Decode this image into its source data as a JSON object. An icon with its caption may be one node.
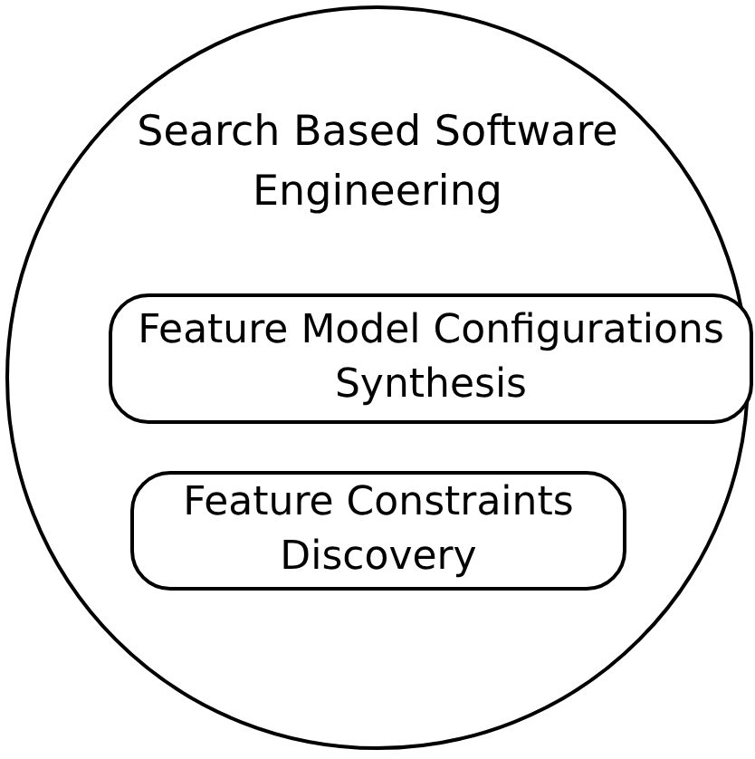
{
  "diagram": {
    "nodes": [
      {
        "text": [
          "Search Based Software Engineering"
        ]
      },
      {
        "text": [
          "Feature Model Configurations Synthesis"
        ],
        "in": 0
      },
      {
        "text": [
          "Feature Constraints Discovery"
        ],
        "in": 0
      }
    ]
  }
}
